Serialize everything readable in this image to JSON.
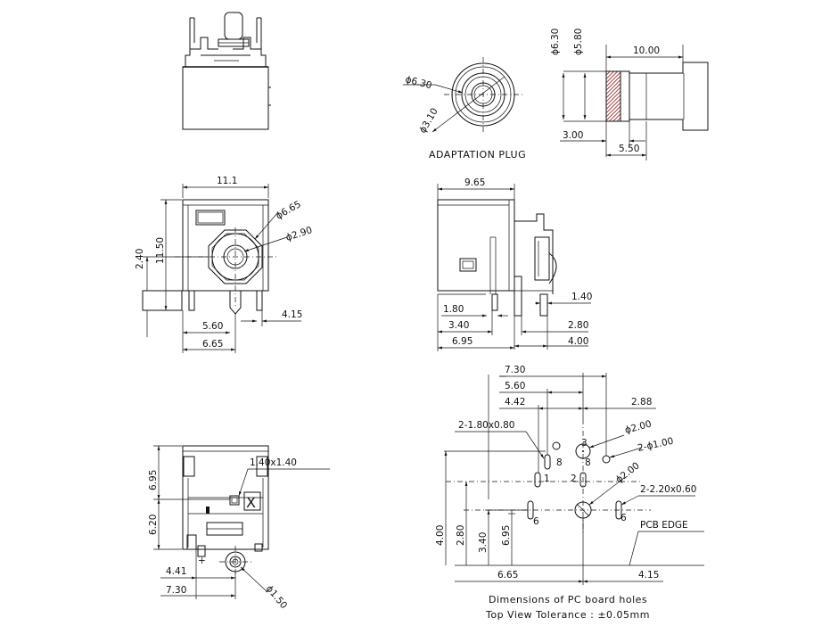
{
  "adaptation_plug": {
    "caption": "ADAPTATION   PLUG",
    "outer_dia": "ϕ6.30",
    "inner_dia": "ϕ3.10"
  },
  "plug_side": {
    "dia_a": "ϕ6.30",
    "dia_b": "ϕ5.80",
    "length": "10.00",
    "tip_a": "3.00",
    "tip_b": "5.50"
  },
  "front_view": {
    "width": "11.1",
    "height": "11.50",
    "center_height": "2.40",
    "outer_dia": "ϕ6.65",
    "pin_dia": "ϕ2.90",
    "pin_left": "5.60",
    "pin_total": "6.65",
    "pin_right": "4.15"
  },
  "side_view": {
    "depth": "9.65",
    "d_140": "1.40",
    "d_180": "1.80",
    "d_340": "3.40",
    "d_695": "6.95",
    "d_280": "2.80",
    "d_400": "4.00"
  },
  "bottom_view": {
    "square": "1.40x1.40",
    "d_695": "6.95",
    "d_620": "6.20",
    "d_441": "4.41",
    "d_730": "7.30",
    "dia": "ϕ1.50",
    "mark": "X",
    "pin_mark": "+"
  },
  "pcb_layout": {
    "d_730": "7.30",
    "d_560": "5.60",
    "d_442": "4.42",
    "d_288": "2.88",
    "slot_a": "2-1.80x0.80",
    "hole_a": "ϕ2.00",
    "hole_b": "2-ϕ1.00",
    "hole_c": "ϕ2.00",
    "slot_b": "2-2.20x0.60",
    "edge": "PCB EDGE",
    "v_400": "4.00",
    "v_280": "2.80",
    "v_340": "3.40",
    "v_695": "6.95",
    "h_665": "6.65",
    "h_415": "4.15",
    "pin_1": "1",
    "pin_2": "2",
    "pin_3": "3",
    "pin_6a": "6",
    "pin_6b": "6",
    "pin_8a": "8",
    "pin_8b": "8",
    "title_1": "Dimensions of PC board holes",
    "title_2": "Top View   Tolerance :  ±0.05mm"
  }
}
